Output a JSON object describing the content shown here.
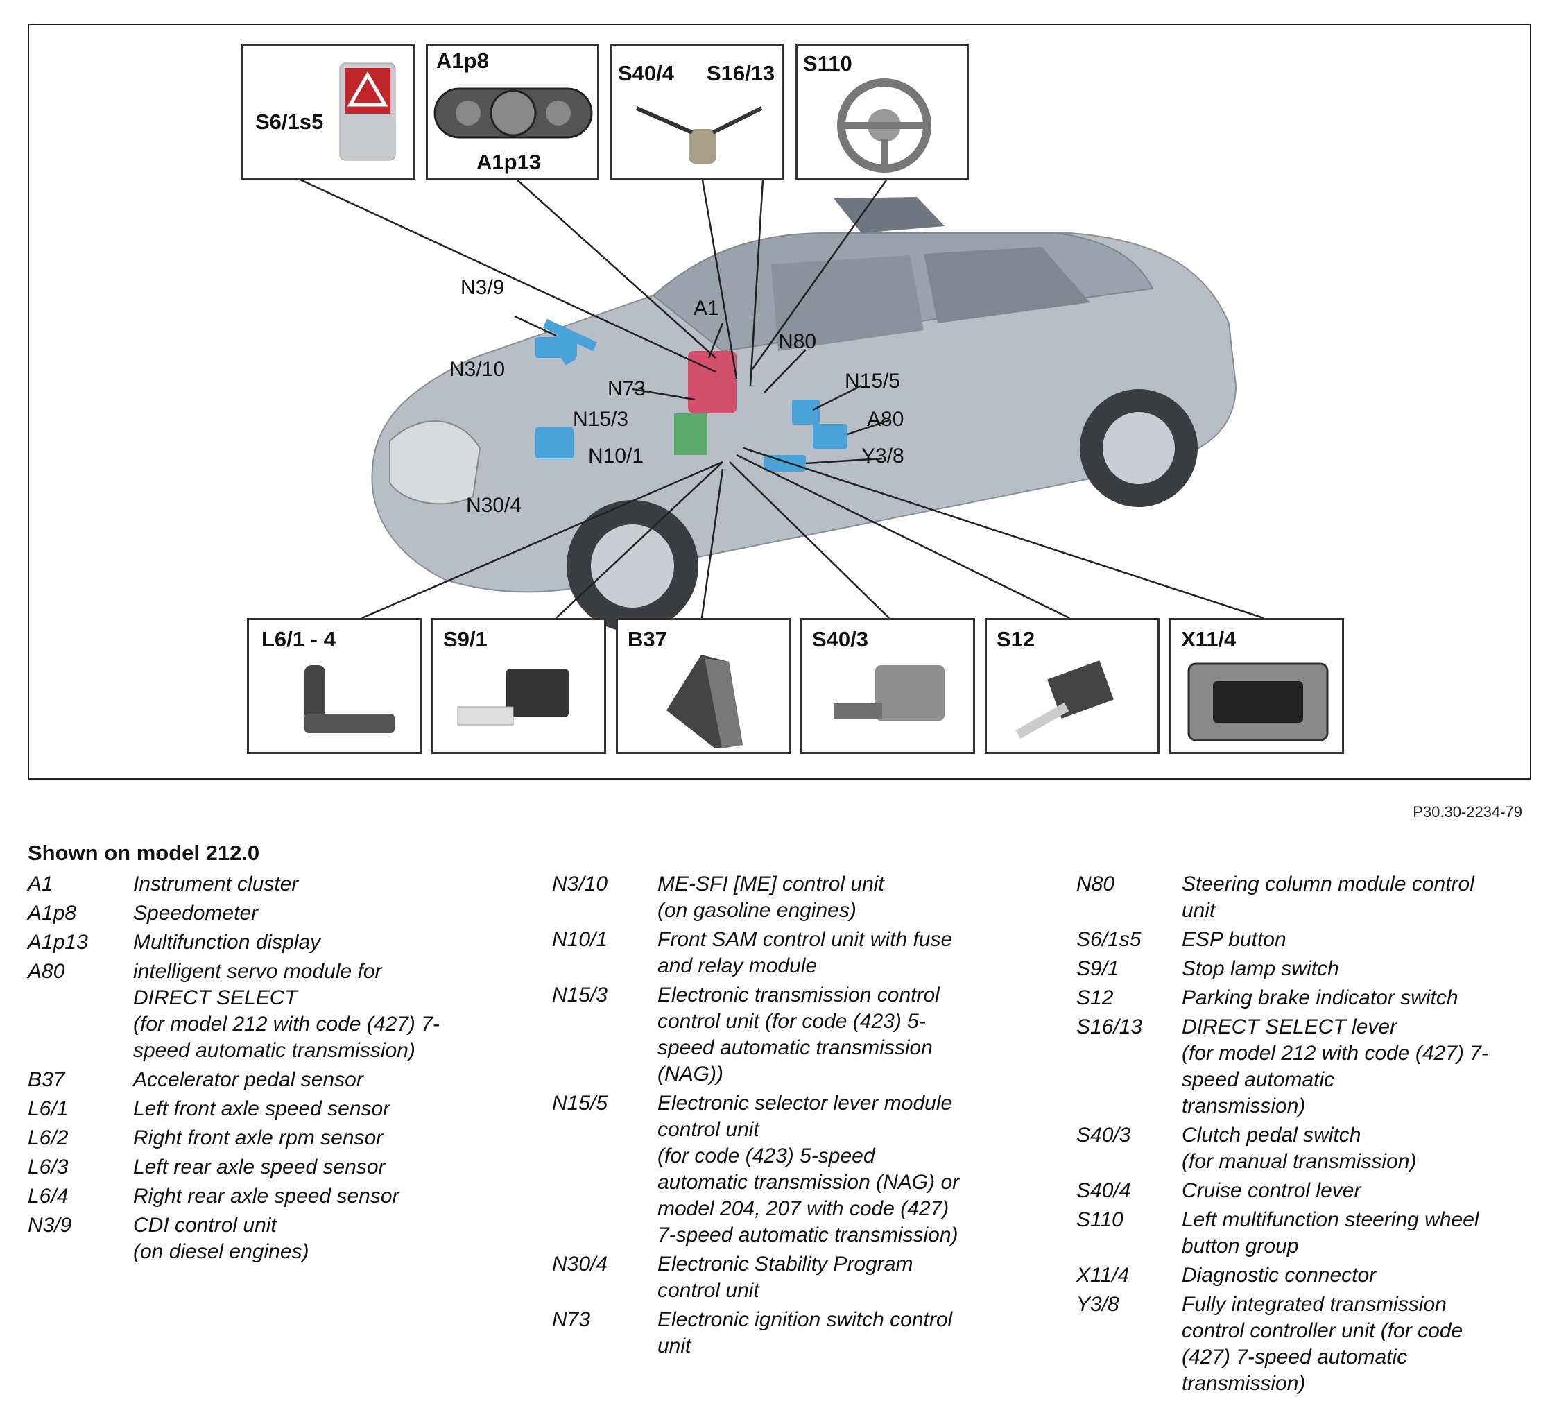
{
  "figure": {
    "reference": "P30.30-2234-79",
    "top_boxes": [
      {
        "id": "S6/1s5",
        "labels": [
          "S6/1s5"
        ]
      },
      {
        "id": "A1p8",
        "labels": [
          "A1p8",
          "A1p13"
        ]
      },
      {
        "id": "S40/4",
        "labels": [
          "S40/4",
          "S16/13"
        ]
      },
      {
        "id": "S110",
        "labels": [
          "S110"
        ]
      }
    ],
    "bottom_boxes": [
      {
        "id": "L6/1 - 4",
        "labels": [
          "L6/1 - 4"
        ]
      },
      {
        "id": "S9/1",
        "labels": [
          "S9/1"
        ]
      },
      {
        "id": "B37",
        "labels": [
          "B37"
        ]
      },
      {
        "id": "S40/3",
        "labels": [
          "S40/3"
        ]
      },
      {
        "id": "S12",
        "labels": [
          "S12"
        ]
      },
      {
        "id": "X11/4",
        "labels": [
          "X11/4"
        ]
      }
    ],
    "callouts": [
      "N3/9",
      "N3/10",
      "A1",
      "N80",
      "N73",
      "N15/5",
      "N15/3",
      "A80",
      "N10/1",
      "Y3/8",
      "N30/4"
    ],
    "colors": {
      "component": "#4aa3d8",
      "instrument": "#d2506e",
      "car_body": "#b8bec6",
      "glass": "#7f8790"
    }
  },
  "legend": {
    "heading": "Shown on model 212.0",
    "col1": [
      {
        "code": "A1",
        "desc": "Instrument cluster"
      },
      {
        "code": "A1p8",
        "desc": "Speedometer"
      },
      {
        "code": "A1p13",
        "desc": "Multifunction display"
      },
      {
        "code": "A80",
        "desc": "intelligent servo module for\nDIRECT SELECT\n(for model 212 with code (427) 7-\nspeed automatic transmission)"
      },
      {
        "code": "B37",
        "desc": "Accelerator pedal sensor"
      },
      {
        "code": "L6/1",
        "desc": "Left front axle speed sensor"
      },
      {
        "code": "L6/2",
        "desc": "Right front axle rpm sensor"
      },
      {
        "code": "L6/3",
        "desc": "Left rear axle speed sensor"
      },
      {
        "code": "L6/4",
        "desc": "Right rear axle speed sensor"
      },
      {
        "code": "N3/9",
        "desc": "CDI control unit\n(on diesel engines)"
      }
    ],
    "col2": [
      {
        "code": "N3/10",
        "desc": "ME-SFI [ME] control unit\n(on gasoline engines)"
      },
      {
        "code": "N10/1",
        "desc": "Front SAM control unit with fuse\nand relay module"
      },
      {
        "code": "N15/3",
        "desc": "Electronic transmission control\ncontrol unit (for code (423) 5-\nspeed automatic transmission\n(NAG))"
      },
      {
        "code": "N15/5",
        "desc": "Electronic selector lever module\ncontrol unit\n(for code (423) 5-speed\nautomatic transmission (NAG) or\nmodel 204, 207 with code (427)\n7-speed automatic transmission)"
      },
      {
        "code": "N30/4",
        "desc": "Electronic Stability Program\ncontrol unit"
      },
      {
        "code": "N73",
        "desc": "Electronic ignition switch control\nunit"
      }
    ],
    "col3": [
      {
        "code": "N80",
        "desc": "Steering column module control\nunit"
      },
      {
        "code": "S6/1s5",
        "desc": "ESP button"
      },
      {
        "code": "S9/1",
        "desc": "Stop lamp switch"
      },
      {
        "code": "S12",
        "desc": "Parking brake indicator switch"
      },
      {
        "code": "S16/13",
        "desc": "DIRECT SELECT lever\n(for model 212 with code (427) 7-\nspeed automatic\ntransmission)"
      },
      {
        "code": "S40/3",
        "desc": "Clutch pedal switch\n(for manual transmission)"
      },
      {
        "code": "S40/4",
        "desc": "Cruise control lever"
      },
      {
        "code": "S110",
        "desc": "Left multifunction steering wheel\nbutton group"
      },
      {
        "code": "X11/4",
        "desc": "Diagnostic connector"
      },
      {
        "code": "Y3/8",
        "desc": "Fully integrated transmission\ncontrol controller unit (for code\n(427) 7-speed automatic\ntransmission)"
      }
    ]
  }
}
